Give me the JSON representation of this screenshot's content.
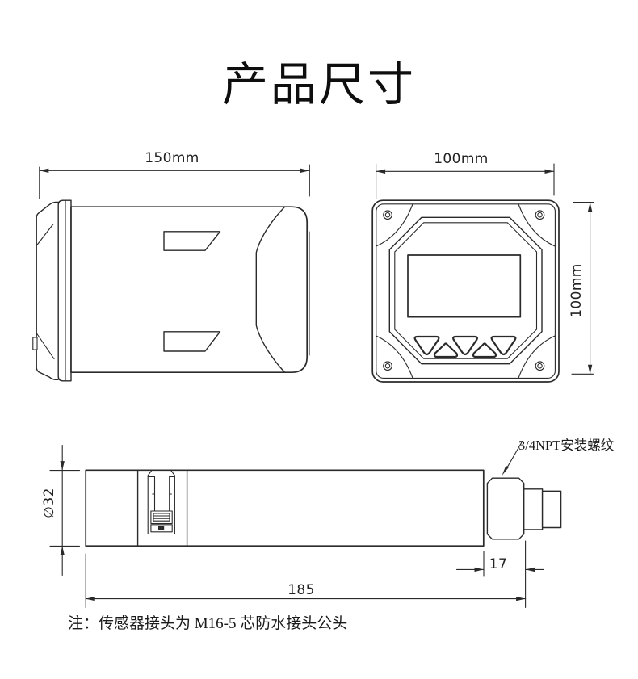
{
  "title": "产品尺寸",
  "drawings": {
    "controller_side_view": {
      "name": "controller side view",
      "width_dim": "150mm"
    },
    "controller_front_view": {
      "name": "controller front view",
      "width_dim": "100mm",
      "height_dim": "100mm"
    },
    "sensor_probe_view": {
      "name": "sensor probe side view",
      "diameter_dim": "∅32",
      "total_length_dim": "185",
      "thread_length_dim": "17",
      "thread_callout": "3/4NPT安装螺纹"
    }
  },
  "note": "注：传感器接头为 M16-5 芯防水接头公头",
  "colors": {
    "line": "#2a2a2a",
    "background": "#ffffff",
    "text": "#111111"
  }
}
